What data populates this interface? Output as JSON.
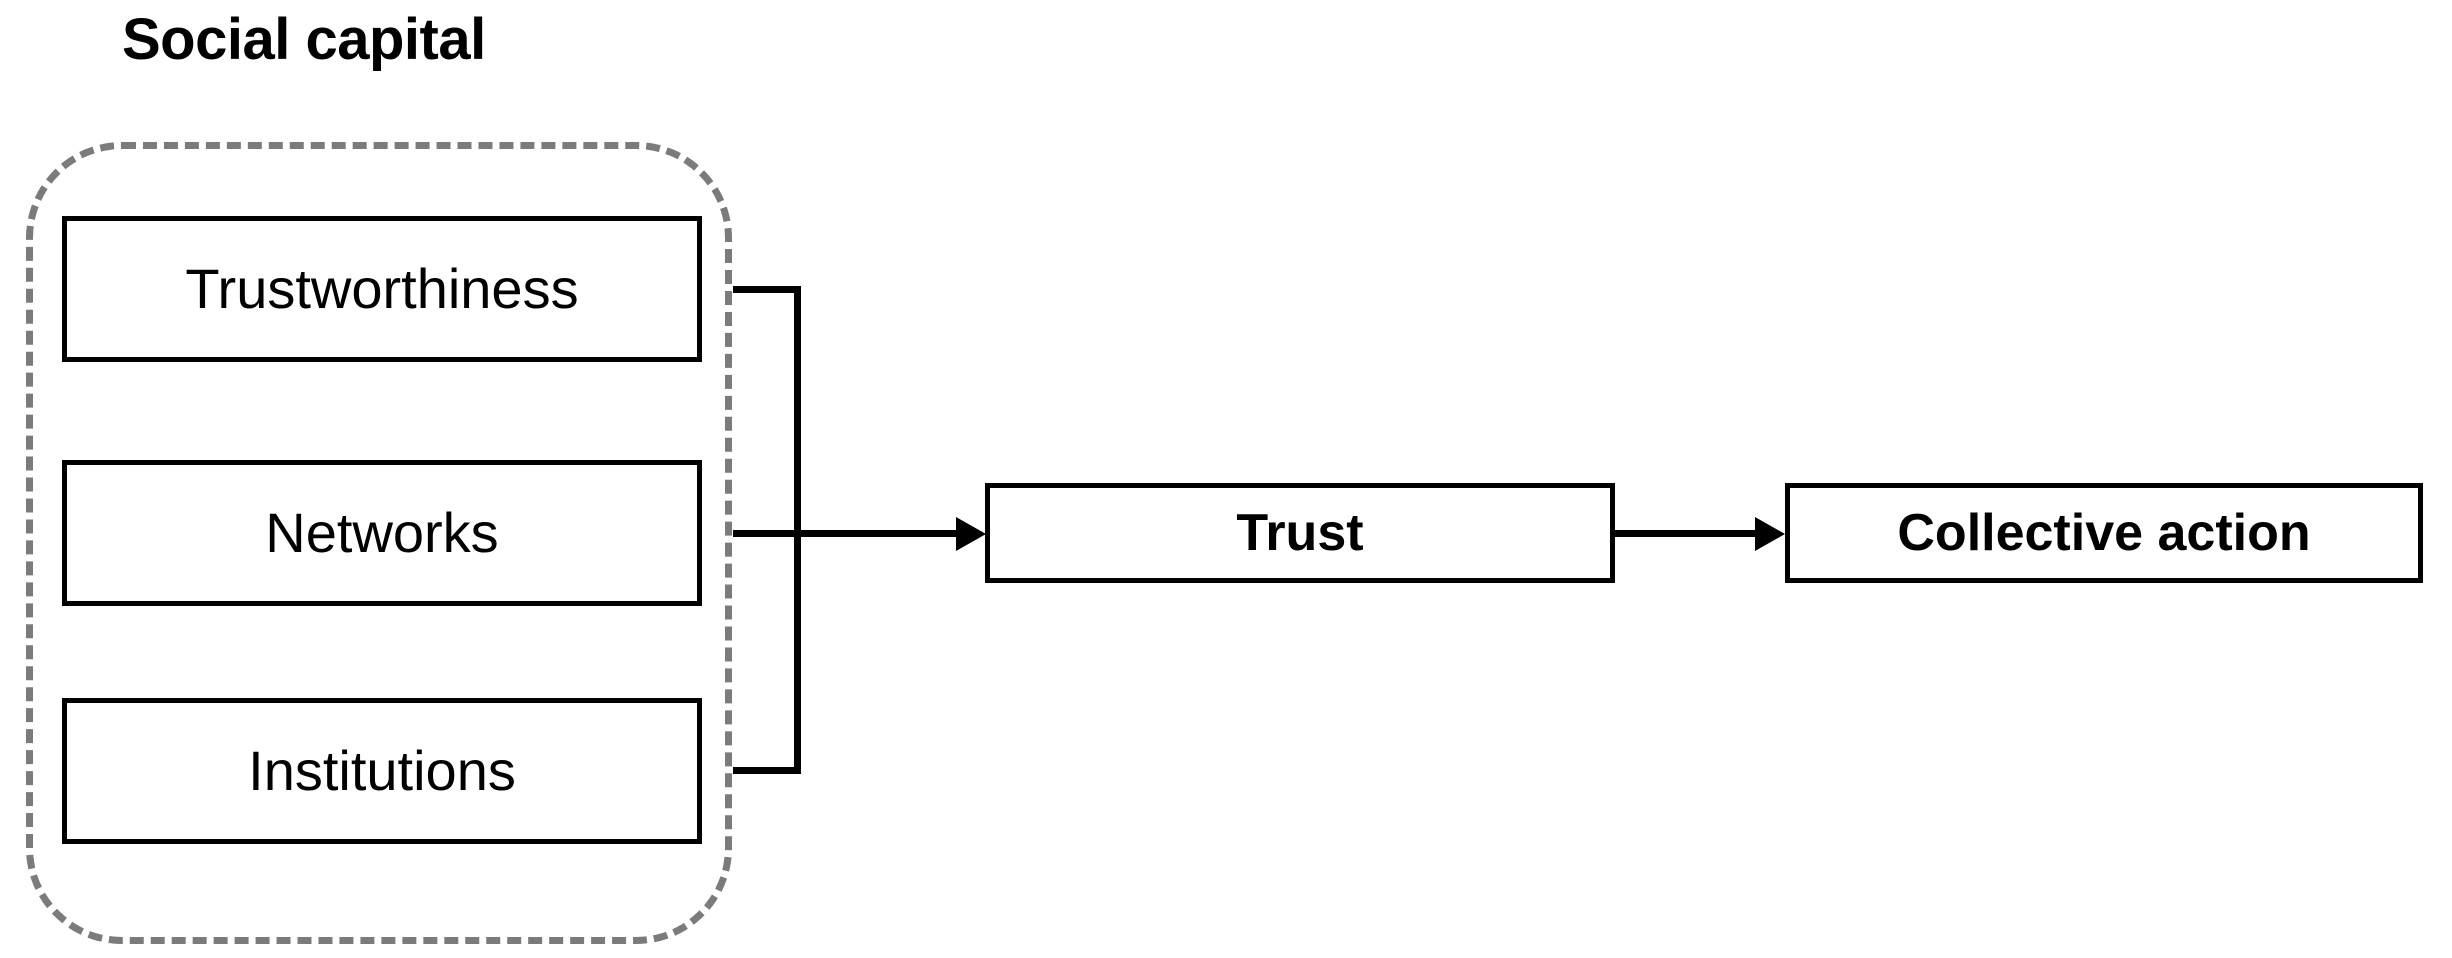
{
  "diagram": {
    "title": "Social capital",
    "group": {
      "label": "Social capital",
      "border_style": "dashed",
      "border_color": "#7b7b7b",
      "members": [
        {
          "id": "trustworthiness",
          "label": "Trustworthiness"
        },
        {
          "id": "networks",
          "label": "Networks"
        },
        {
          "id": "institutions",
          "label": "Institutions"
        }
      ]
    },
    "nodes": [
      {
        "id": "trust",
        "label": "Trust"
      },
      {
        "id": "collective-action",
        "label": "Collective action"
      }
    ],
    "edges": [
      {
        "from": "social-capital",
        "to": "trust",
        "style": "arrow"
      },
      {
        "from": "trust",
        "to": "collective-action",
        "style": "arrow"
      }
    ],
    "colors": {
      "node_border": "#000000",
      "group_border": "#7b7b7b",
      "text": "#000000",
      "background": "#ffffff"
    }
  }
}
